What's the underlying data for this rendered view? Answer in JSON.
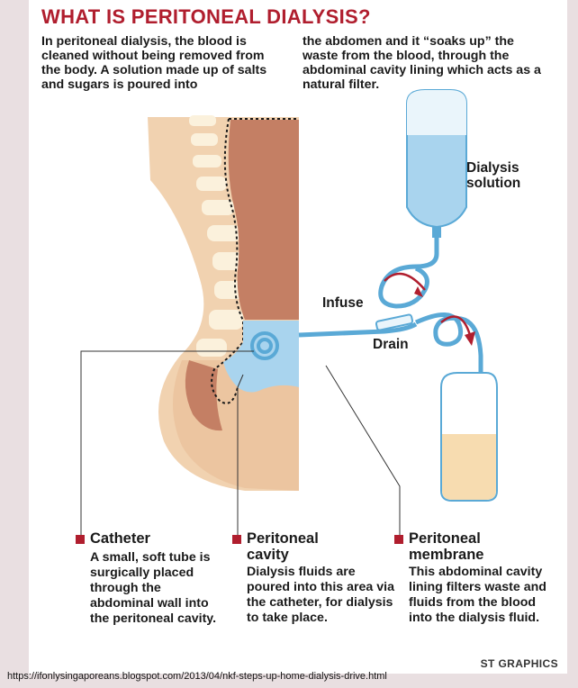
{
  "title": "WHAT IS PERITONEAL DIALYSIS?",
  "intro": {
    "left": "In peritoneal dialysis, the blood is cleaned without being removed from the body. A solution made up of salts and sugars is poured into",
    "right": "the abdomen and it “soaks up” the waste from the blood, through the abdominal cavity lining which acts as a natural filter."
  },
  "labels": {
    "dialysis_solution": "Dialysis solution",
    "infuse": "Infuse",
    "drain": "Drain"
  },
  "callouts": [
    {
      "title": "Catheter",
      "body": "A small, soft tube is surgically placed through the abdominal wall into the peritoneal cavity."
    },
    {
      "title": "Peritoneal cavity",
      "body": "Dialysis fluids are poured into this area via the catheter, for dialysis to take place."
    },
    {
      "title": "Peritoneal membrane",
      "body": "This abdominal cavity lining filters waste and fluids from the blood into the dialysis fluid."
    }
  ],
  "credit": "ST GRAPHICS",
  "source_url": "https://ifonlysingaporeans.blogspot.com/2013/04/nkf-steps-up-home-dialysis-drive.html",
  "colors": {
    "accent": "#b01e2e",
    "skin": "#f1d2b0",
    "organ": "#c47f64",
    "fluid": "#a9d4ee",
    "tube": "#5aa9d6",
    "waste_fluid": "#f7dcb0"
  }
}
